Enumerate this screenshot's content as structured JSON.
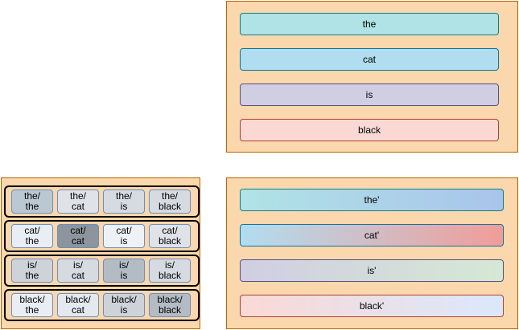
{
  "input_tokens": [
    {
      "label": "the",
      "fill": "#b0e3e6",
      "border": "#0e8088"
    },
    {
      "label": "cat",
      "fill": "#b1ddf0",
      "border": "#10739e"
    },
    {
      "label": "is",
      "fill": "#d0cee2",
      "border": "#56517e"
    },
    {
      "label": "black",
      "fill": "#fad9d5",
      "border": "#ae4132"
    }
  ],
  "output_tokens": [
    {
      "label": "the'",
      "from": "#b0e3e6",
      "to": "#a9c4eb",
      "border": "#0e8088"
    },
    {
      "label": "cat'",
      "from": "#b1ddf0",
      "to": "#f19c99",
      "border": "#10739e"
    },
    {
      "label": "is'",
      "from": "#d0cee2",
      "to": "#d5e8d4",
      "border": "#56517e"
    },
    {
      "label": "black'",
      "from": "#fad9d5",
      "to": "#dae8fc",
      "border": "#ae4132"
    }
  ],
  "attention_matrix": {
    "rows": [
      {
        "cells": [
          {
            "label": "the/\nthe",
            "fill": "#bac8d3"
          },
          {
            "label": "the/\ncat",
            "fill": "#dfe3e8"
          },
          {
            "label": "the/\nis",
            "fill": "#d5dbe1"
          },
          {
            "label": "the/\nblack",
            "fill": "#d5dbe1"
          }
        ]
      },
      {
        "cells": [
          {
            "label": "cat/\nthe",
            "fill": "#e8eef4"
          },
          {
            "label": "cat/\ncat",
            "fill": "#8c959d"
          },
          {
            "label": "cat/\nis",
            "fill": "#eef2f6"
          },
          {
            "label": "cat/\nblack",
            "fill": "#dfe3e8"
          }
        ]
      },
      {
        "cells": [
          {
            "label": "is/\nthe",
            "fill": "#cdd3d9"
          },
          {
            "label": "is/\ncat",
            "fill": "#d5dbe1"
          },
          {
            "label": "is/\nis",
            "fill": "#b3bcc5"
          },
          {
            "label": "is/\nblack",
            "fill": "#d5dbe1"
          }
        ]
      },
      {
        "cells": [
          {
            "label": "black/\nthe",
            "fill": "#e8eef4"
          },
          {
            "label": "black/\ncat",
            "fill": "#e3e9ef"
          },
          {
            "label": "black/\nis",
            "fill": "#cdd3d9"
          },
          {
            "label": "black/\nblack",
            "fill": "#b3bcc5"
          }
        ]
      }
    ]
  }
}
